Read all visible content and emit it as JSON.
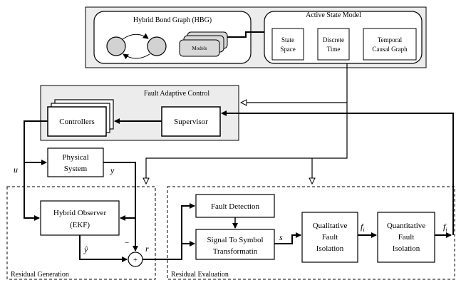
{
  "hbg": {
    "title": "Hybrid  Bond Graph (HBG)",
    "models": "Models"
  },
  "asm": {
    "title": "Active State Model",
    "state_space": [
      "State",
      "Space"
    ],
    "discrete_time": [
      "Discrete",
      "Time"
    ],
    "tcg": [
      "Temporal",
      "Causal Graph"
    ]
  },
  "fac": {
    "title": "Fault Adaptive Control",
    "controllers": "Controllers",
    "supervisor": "Supervisor"
  },
  "plant": {
    "physical_system": [
      "Physical",
      "System"
    ]
  },
  "observer": {
    "name": [
      "Hybrid Observer",
      "(EKF)"
    ]
  },
  "eval": {
    "fault_detection": "Fault Detection",
    "sts": [
      "Signal To Symbol",
      "Transformatin"
    ],
    "qual": [
      "Qualitative",
      "Fault",
      "Isolation"
    ],
    "quant": [
      "Quantitative",
      "Fault",
      "Isolation"
    ]
  },
  "symbols": {
    "u": "u",
    "y": "y",
    "yhat": "ŷ",
    "r": "r",
    "s": "s",
    "fi": "f",
    "fi_sub": "i",
    "minus": "−",
    "plus": "+"
  },
  "regions": {
    "residual_generation": "Residual  Generation",
    "residual_evaluation": "Residual  Evaluation"
  }
}
